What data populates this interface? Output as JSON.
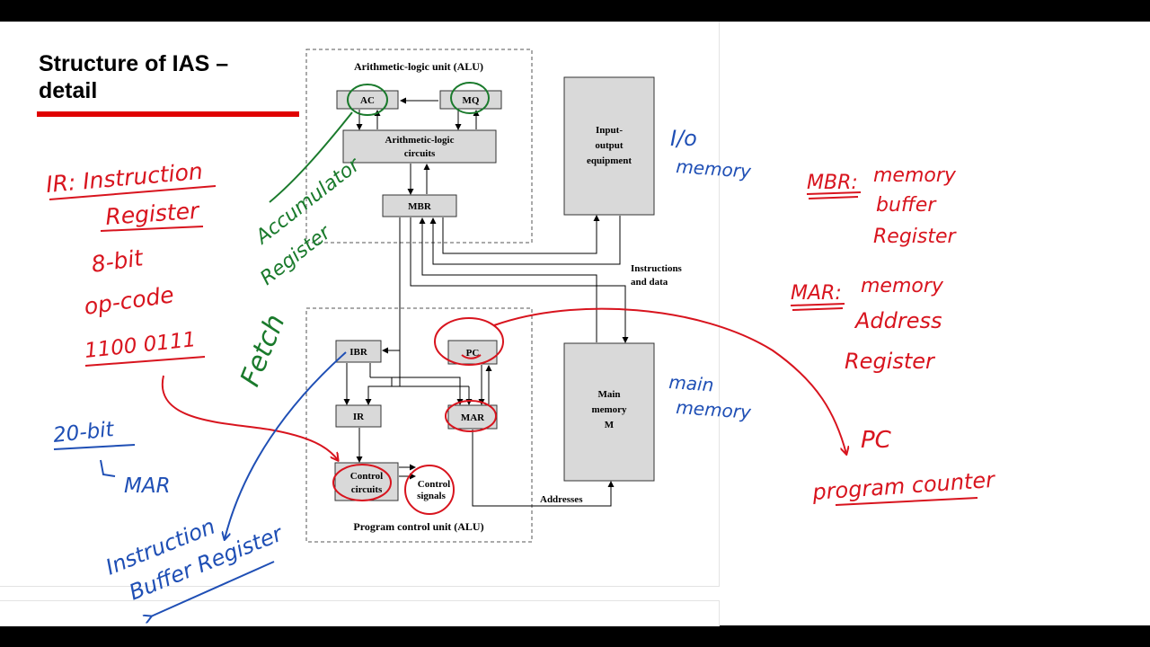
{
  "slide": {
    "title_line1": "Structure of IAS –",
    "title_line2": "detail",
    "accent_color": "#e00000"
  },
  "diagram": {
    "alu_label": "Arithmetic-logic unit (ALU)",
    "pcu_label": "Program control unit (ALU)",
    "ac": "AC",
    "mq": "MQ",
    "alc_line1": "Arithmetic-logic",
    "alc_line2": "circuits",
    "mbr": "MBR",
    "io_line1": "Input-",
    "io_line2": "output",
    "io_line3": "equipment",
    "instr_data_line1": "Instructions",
    "instr_data_line2": "and data",
    "ibr": "IBR",
    "pc": "PC",
    "ir": "IR",
    "mar": "MAR",
    "cc_line1": "Control",
    "cc_line2": "circuits",
    "cs_line1": "Control",
    "cs_line2": "signals",
    "mm_line1": "Main",
    "mm_line2": "memory",
    "mm_line3": "M",
    "addresses": "Addresses",
    "box_fill": "#d9d9d9"
  },
  "annotations": {
    "ir_def": [
      "IR: Instruction",
      "Register"
    ],
    "ir_bits": [
      "8-bit",
      "op-code",
      "1100 0111"
    ],
    "twenty_bit": "20-bit",
    "to_mar": "MAR",
    "ibr_def": [
      "Instruction",
      "Buffer Register"
    ],
    "accumulator": [
      "Accumulator",
      "Register"
    ],
    "fetch": "Fetch",
    "io_note": [
      "I/o",
      "memory"
    ],
    "main_note": [
      "main",
      "memory"
    ],
    "mbr_def": [
      "MBR:",
      "memory",
      "buffer",
      "Register"
    ],
    "mar_def": [
      "MAR:",
      "memory",
      "Address",
      "Register"
    ],
    "pc_def": [
      "PC",
      "program counter"
    ],
    "ink_red": "#d8141e",
    "ink_blue": "#1f4fb5",
    "ink_green": "#1a7a2c"
  }
}
